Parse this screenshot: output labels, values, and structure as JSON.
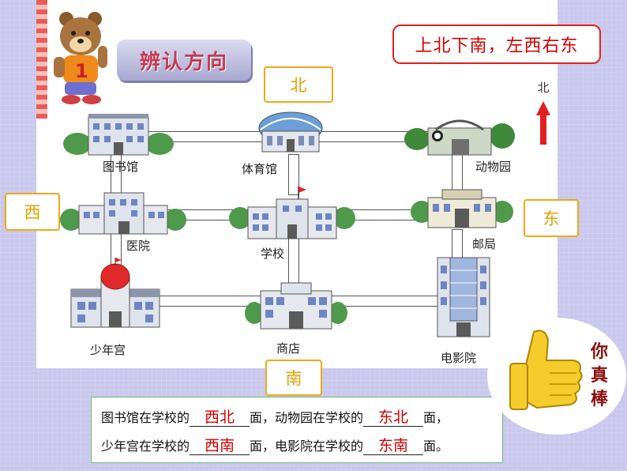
{
  "title": "辨认方向",
  "rule": "上北下南，左西右东",
  "directions": {
    "north": "北",
    "south": "南",
    "west": "西",
    "east": "东"
  },
  "north_indicator": "北",
  "buildings": [
    {
      "id": "library",
      "label": "图书馆"
    },
    {
      "id": "gym",
      "label": "体育馆"
    },
    {
      "id": "zoo",
      "label": "动物园"
    },
    {
      "id": "hospital",
      "label": "医院"
    },
    {
      "id": "school",
      "label": "学校"
    },
    {
      "id": "post",
      "label": "邮局"
    },
    {
      "id": "youth-palace",
      "label": "少年宫"
    },
    {
      "id": "shop",
      "label": "商店"
    },
    {
      "id": "cinema",
      "label": "电影院"
    }
  ],
  "quiz": {
    "line1": {
      "a": "图书馆在学校的",
      "ans1": "西北",
      "b": "面，动物园在学校的",
      "ans2": "东北",
      "c": "面，"
    },
    "line2": {
      "a": "少年宫在学校的",
      "ans1": "西南",
      "b": "面，电影院在学校的",
      "ans2": "东南",
      "c": "面。"
    }
  },
  "praise": "你真棒",
  "colors": {
    "answer": "#d40000",
    "direction_box": "#f0a818",
    "rule": "#e02020"
  }
}
